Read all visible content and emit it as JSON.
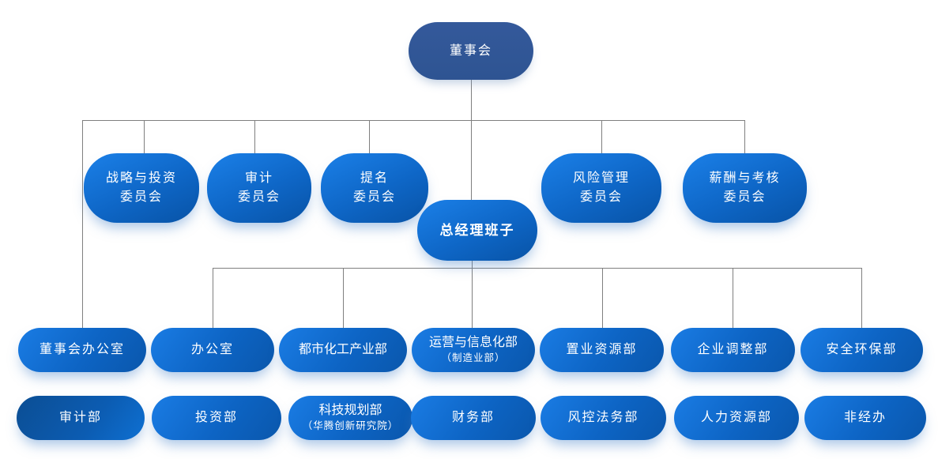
{
  "palette": {
    "board_navy": "#2f5695",
    "node_blue_light": "#1a7ce4",
    "node_blue_mid": "#0d64c4",
    "node_blue_dark": "#0a57ac",
    "audit_dept_dark": "#0b4e94",
    "connector_gray": "#7f7f7f",
    "text_white": "#ffffff"
  },
  "nodes": {
    "board": {
      "label": "董事会"
    },
    "gm": {
      "label": "总经理班子"
    },
    "committees": [
      {
        "line1": "战略与投资",
        "line2": "委员会"
      },
      {
        "line1": "审计",
        "line2": "委员会"
      },
      {
        "line1": "提名",
        "line2": "委员会"
      },
      {
        "line1": "风险管理",
        "line2": "委员会"
      },
      {
        "line1": "薪酬与考核",
        "line2": "委员会"
      }
    ],
    "departments_row1": [
      {
        "label": "董事会办公室"
      },
      {
        "label": "办公室"
      },
      {
        "label": "都市化工产业部"
      },
      {
        "label": "运营与信息化部",
        "sub": "（制造业部）"
      },
      {
        "label": "置业资源部"
      },
      {
        "label": "企业调整部"
      },
      {
        "label": "安全环保部"
      }
    ],
    "departments_row2": [
      {
        "label": "审计部"
      },
      {
        "label": "投资部"
      },
      {
        "label": "科技规划部",
        "sub": "（华腾创新研究院）"
      },
      {
        "label": "财务部"
      },
      {
        "label": "风控法务部"
      },
      {
        "label": "人力资源部"
      },
      {
        "label": "非经办"
      }
    ]
  }
}
